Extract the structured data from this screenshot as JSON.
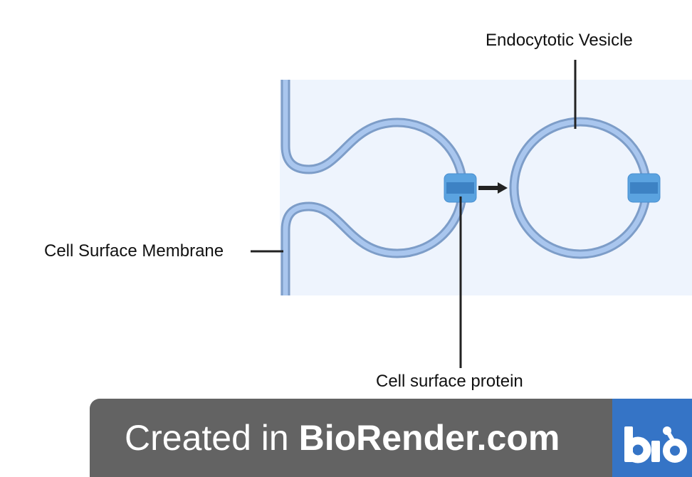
{
  "labels": {
    "vesicle": "Endocytotic Vesicle",
    "membrane": "Cell Surface Membrane",
    "protein": "Cell surface protein"
  },
  "footer": {
    "prefix": "Created in ",
    "brand": "BioRender.com",
    "logo_text": "bio"
  },
  "colors": {
    "panel": "#eef4fd",
    "membrane_outer": "#7d9dc8",
    "membrane_inner": "#a9c6ee",
    "protein_light": "#5ba3e0",
    "protein_dark": "#3d82c4",
    "footer_gray": "#636363",
    "logo_blue": "#3574c6"
  }
}
